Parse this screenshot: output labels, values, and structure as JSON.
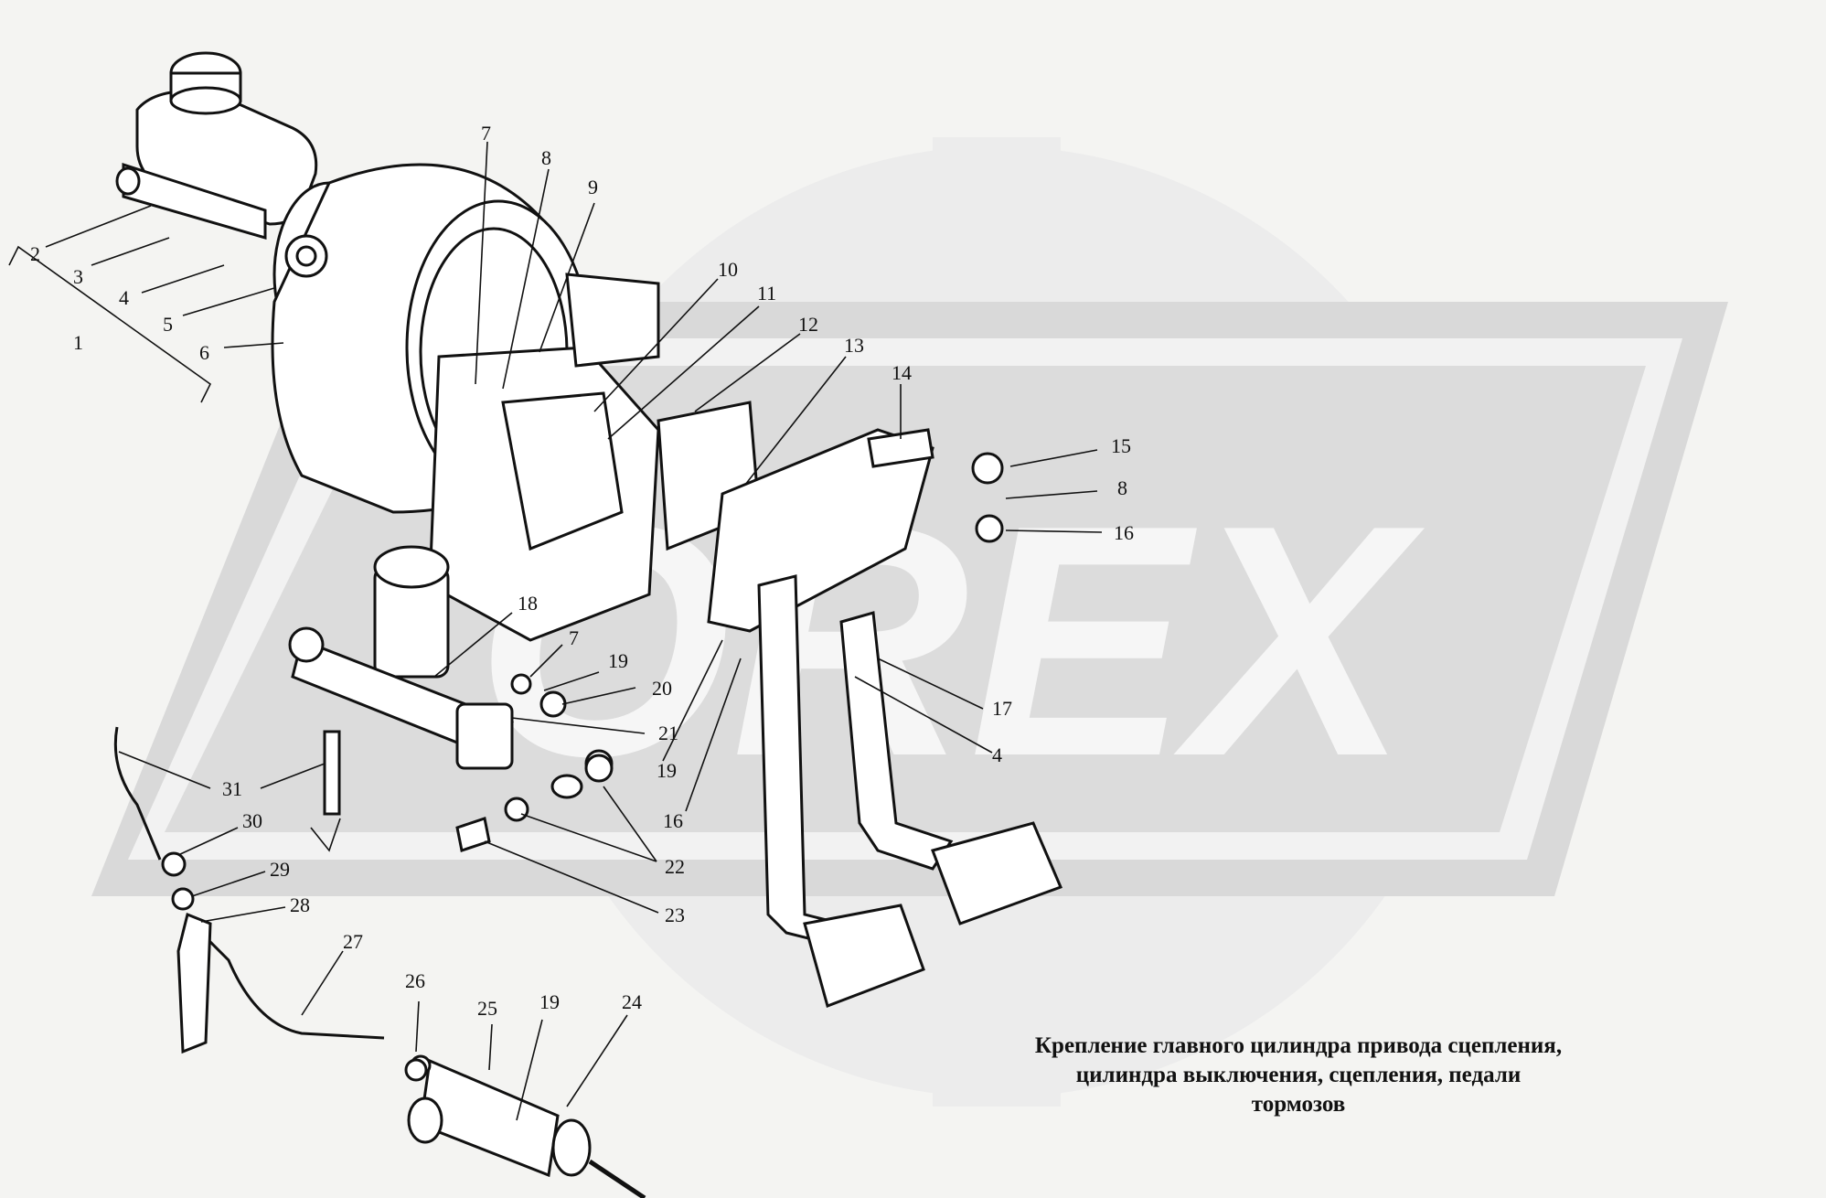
{
  "watermark": {
    "text": "OREX",
    "fill_color": "#e6e6e6",
    "gear_color": "#ececec"
  },
  "callouts": [
    "1",
    "2",
    "3",
    "4",
    "5",
    "6",
    "7",
    "8",
    "9",
    "10",
    "11",
    "12",
    "13",
    "14",
    "15",
    "8",
    "16",
    "18",
    "7",
    "19",
    "20",
    "21",
    "19",
    "17",
    "4",
    "16",
    "31",
    "30",
    "22",
    "29",
    "23",
    "28",
    "27",
    "26",
    "25",
    "19",
    "24"
  ],
  "caption": {
    "line1": "Крепление главного цилиндра привода сцепления,",
    "line2": "цилиндра выключения, сцепления, педали",
    "line3": "тормозов"
  }
}
